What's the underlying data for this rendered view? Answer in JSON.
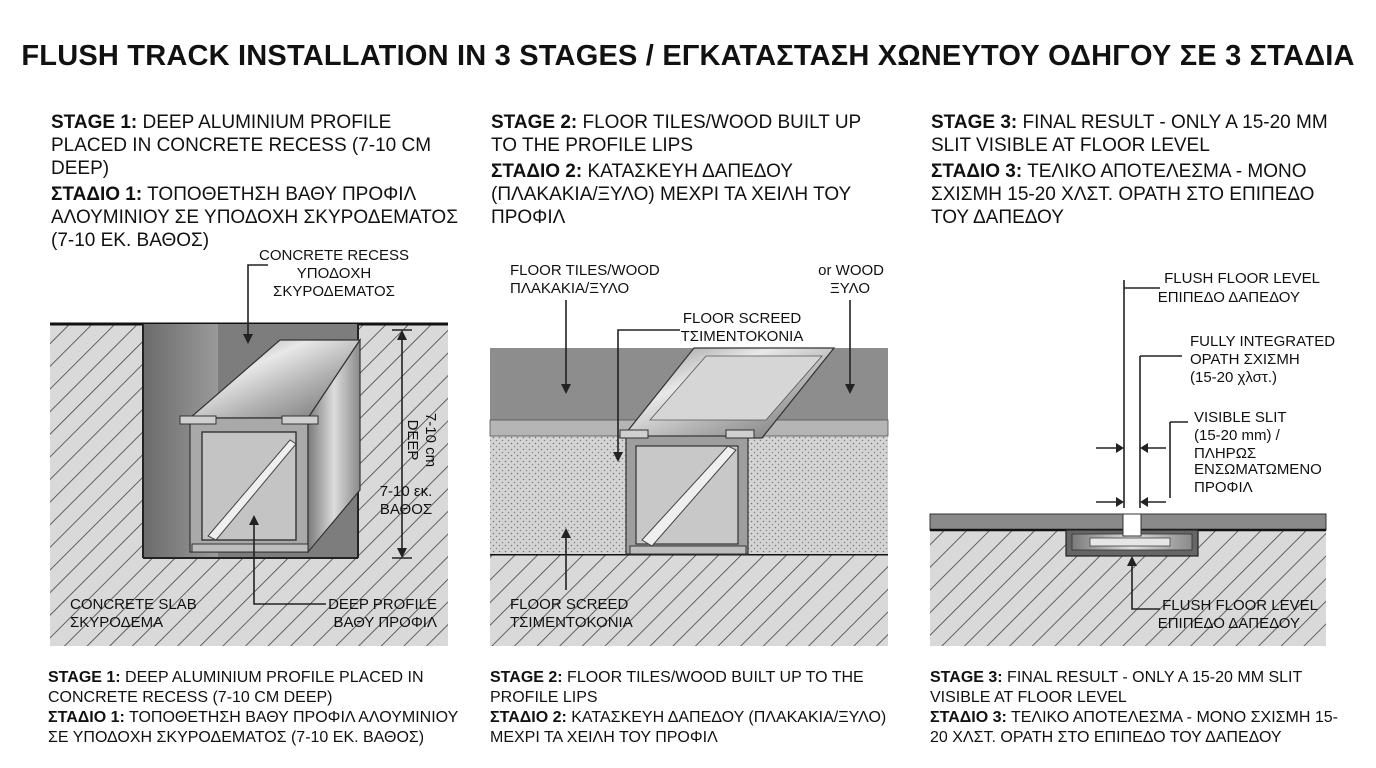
{
  "title": "FLUSH TRACK INSTALLATION IN 3 STAGES / ΕΓΚΑΤΑΣΤΑΣΗ ΧΩΝΕΥΤΟΥ ΟΔΗΓΟΥ ΣΕ 3 ΣΤΑΔΙΑ",
  "stages": [
    {
      "header_en_prefix": "STAGE 1:",
      "header_en": " DEEP ALUMINIUM PROFILE PLACED IN CONCRETE RECESS (7-10 CM DEEP)",
      "header_gr_prefix": "ΣΤΑΔΙΟ 1:",
      "header_gr": " ΤΟΠΟΘΕΤΗΣΗ ΒΑΘΥ ΠΡΟΦΙΛ ΑΛΟΥΜΙΝΙΟΥ ΣΕ ΥΠΟΔΟΧΗ ΣΚΥΡΟΔΕΜΑΤΟΣ (7-10 ΕΚ. ΒΑΘΟΣ)",
      "caption_en_prefix": "STAGE 1:",
      "caption_en": " DEEP ALUMINIUM PROFILE PLACED IN CONCRETE RECESS (7-10 CM DEEP)",
      "caption_gr_prefix": "ΣΤΑΔΙΟ 1:",
      "caption_gr": " ΤΟΠΟΘΕΤΗΣΗ ΒΑΘΥ ΠΡΟΦΙΛ ΑΛΟΥΜΙΝΙΟΥ ΣΕ  ΥΠΟΔΟΧΗ ΣΚΥΡΟΔΕΜΑΤΟΣ (7-10 ΕΚ. ΒΑΘΟΣ)",
      "labels": {
        "concrete_recess_1": "CONCRETE RECESS",
        "concrete_recess_2": "ΥΠΟΔΟΧΗ",
        "concrete_recess_3": "ΣΚΥΡΟΔΕΜΑΤΟΣ",
        "depth_en_1": "7-10 cm",
        "depth_en_2": "DEEP",
        "depth_gr_1": "7-10 εκ.",
        "depth_gr_2": "ΒΑΘΟΣ",
        "concrete_slab_1": "CONCRETE SLAB",
        "concrete_slab_2": "ΣΚΥΡΟΔΕΜΑ",
        "deep_profile_1": "DEEP PROFILE",
        "deep_profile_2": "ΒΑΘΥ ΠΡΟΦΙΛ"
      }
    },
    {
      "header_en_prefix": "STAGE 2:",
      "header_en": " FLOOR TILES/WOOD BUILT UP TO THE PROFILE LIPS",
      "header_gr_prefix": "ΣΤΑΔΙΟ 2:",
      "header_gr": " ΚΑΤΑΣΚΕΥΗ ΔΑΠΕΔΟΥ (ΠΛΑΚΑΚΙΑ/ΞΥΛΟ) ΜΕΧΡΙ ΤΑ ΧΕΙΛΗ ΤΟΥ ΠΡΟΦΙΛ",
      "caption_en_prefix": "STAGE 2:",
      "caption_en": " FLOOR TILES/WOOD BUILT UP TO THE PROFILE LIPS",
      "caption_gr_prefix": "ΣΤΑΔΙΟ 2:",
      "caption_gr": " ΚΑΤΑΣΚΕΥΗ ΔΑΠΕΔΟΥ (ΠΛΑΚΑΚΙΑ/ΞΥΛΟ) ΜΕΧΡΙ ΤΑ ΧΕΙΛΗ ΤΟΥ ΠΡΟΦΙΛ",
      "labels": {
        "floor_tiles_1": "FLOOR TILES/WOOD",
        "floor_tiles_2": "ΠΛΑΚΑΚΙΑ/ΞΥΛΟ",
        "or_wood_1": "or WOOD",
        "or_wood_2": "ΞΥΛΟ",
        "floor_screed_top_1": "FLOOR SCREED",
        "floor_screed_top_2": "ΤΣΙΜΕΝΤΟΚΟΝΙΑ",
        "floor_screed_bottom_1": "FLOOR SCREED",
        "floor_screed_bottom_2": "ΤΣΙΜΕΝΤΟΚΟΝΙΑ"
      }
    },
    {
      "header_en_prefix": "STAGE 3:",
      "header_en": " FINAL RESULT - ONLY A 15-20 MM SLIT VISIBLE AT FLOOR LEVEL",
      "header_gr_prefix": "ΣΤΑΔΙΟ 3:",
      "header_gr": " ΤΕΛΙΚΟ ΑΠΟΤΕΛΕΣΜΑ - ΜΟΝΟ ΣΧΙΣΜΗ 15-20 ΧΛΣΤ. ΟΡΑΤΗ ΣΤΟ ΕΠΙΠΕΔΟ ΤΟΥ ΔΑΠΕΔΟΥ",
      "caption_en_prefix": "STAGE 3:",
      "caption_en": " FINAL RESULT - ONLY A 15-20 MM SLIT VISIBLE AT FLOOR LEVEL",
      "caption_gr_prefix": "ΣΤΑΔΙΟ 3:",
      "caption_gr": " ΤΕΛΙΚΟ ΑΠΟΤΕΛΕΣΜΑ - ΜΟΝΟ ΣΧΙΣΜΗ 15-20 ΧΛΣΤ. ΟΡΑΤΗ ΣΤΟ ΕΠΙΠΕΔΟ ΤΟΥ ΔΑΠΕΔΟΥ",
      "labels": {
        "flush_floor_top_1": "FLUSH FLOOR LEVEL",
        "flush_floor_top_2": "ΕΠΙΠΕΔΟ ΔΑΠΕΔΟΥ",
        "fully_integrated_1": "FULLY INTEGRATED",
        "fully_integrated_2": "ΟΡΑΤΗ ΣΧΙΣΜΗ",
        "fully_integrated_3": "(15-20 χλστ.)",
        "visible_slit_1": "VISIBLE SLIT",
        "visible_slit_2": "(15-20 mm) /",
        "visible_slit_3": "ΠΛΗΡΩΣ",
        "visible_slit_4": "ΕΝΣΩΜΑΤΩΜΕΝΟ",
        "visible_slit_5": "ΠΡΟΦΙΛ",
        "flush_floor_bottom_1": "FLUSH FLOOR LEVEL",
        "flush_floor_bottom_2": "ΕΠΙΠΕΔΟ ΔΑΠΕΔΟΥ"
      }
    }
  ]
}
